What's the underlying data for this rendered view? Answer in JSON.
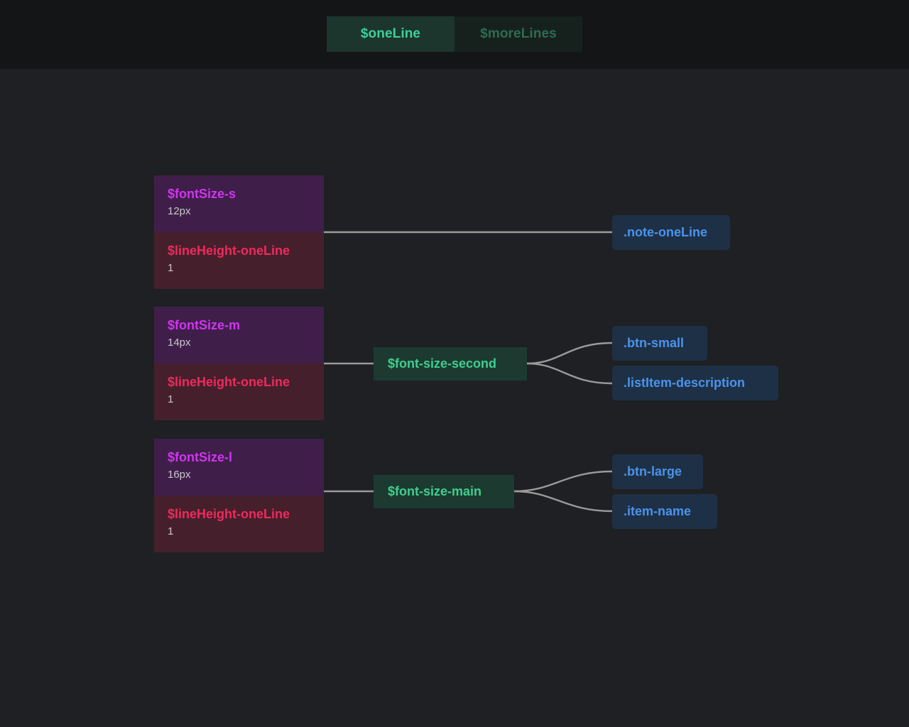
{
  "header": {
    "tabs": [
      {
        "label": "$oneLine",
        "state": "active"
      },
      {
        "label": "$moreLines",
        "state": "inactive"
      }
    ]
  },
  "colors": {
    "page_background": "#1e2023",
    "header_background": "#141516",
    "tab_active_bg": "#1c352d",
    "tab_active_text": "#3ecf9a",
    "tab_inactive_bg": "#16211d",
    "tab_inactive_text": "#2f6b54",
    "token_size_bg": "#3f1f4a",
    "token_size_text": "#d234f0",
    "token_lineheight_bg": "#45202c",
    "token_lineheight_text": "#f0295c",
    "token_value_text": "#c9c6cc",
    "alias_bg": "#1d3a31",
    "alias_text": "#3ecf8e",
    "consumer_bg": "#1e3045",
    "consumer_text": "#4a93ee",
    "edge_stroke": "#9a9a9a"
  },
  "graph": {
    "token_groups": [
      {
        "size_name": "$fontSize-s",
        "size_value": "12px",
        "lineheight_name": "$lineHeight-oneLine",
        "lineheight_value": "1"
      },
      {
        "size_name": "$fontSize-m",
        "size_value": "14px",
        "lineheight_name": "$lineHeight-oneLine",
        "lineheight_value": "1"
      },
      {
        "size_name": "$fontSize-l",
        "size_value": "16px",
        "lineheight_name": "$lineHeight-oneLine",
        "lineheight_value": "1"
      }
    ],
    "alias_nodes": [
      {
        "label": "$font-size-second"
      },
      {
        "label": "$font-size-main"
      }
    ],
    "consumer_nodes": [
      {
        "label": ".note-oneLine"
      },
      {
        "label": ".btn-small"
      },
      {
        "label": ".listItem-description"
      },
      {
        "label": ".btn-large"
      },
      {
        "label": ".item-name"
      }
    ]
  }
}
